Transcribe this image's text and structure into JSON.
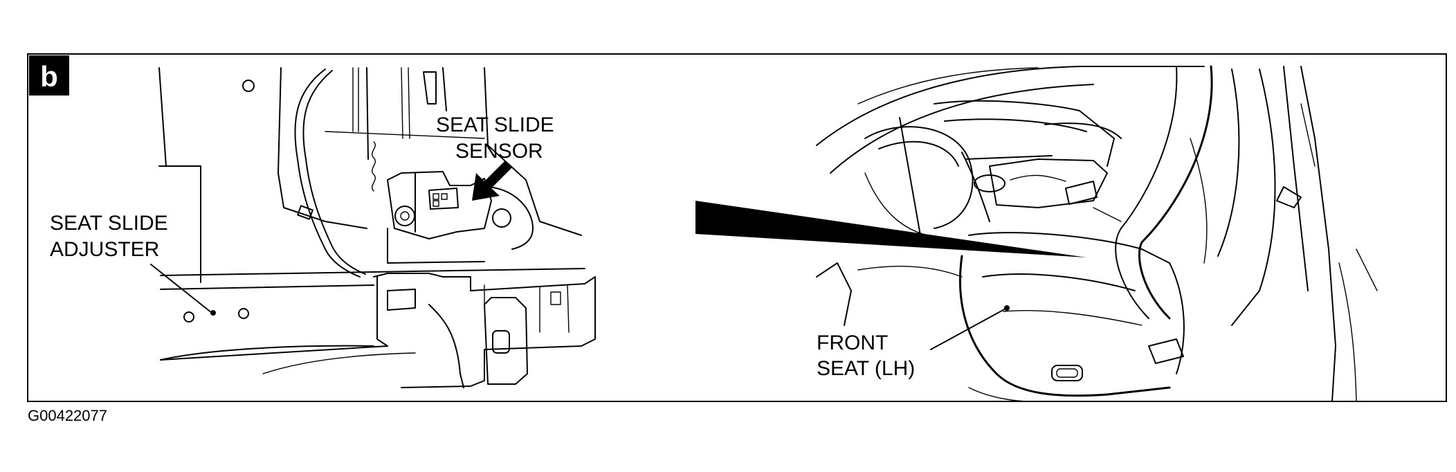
{
  "panel": {
    "badge": "b",
    "figure_id": "G00422077"
  },
  "labels": {
    "seat_slide_sensor_1": "SEAT SLIDE",
    "seat_slide_sensor_2": "SENSOR",
    "seat_slide_adjuster_1": "SEAT SLIDE",
    "seat_slide_adjuster_2": "ADJUSTER",
    "front_seat_1": "FRONT",
    "front_seat_2": "SEAT (LH)"
  }
}
